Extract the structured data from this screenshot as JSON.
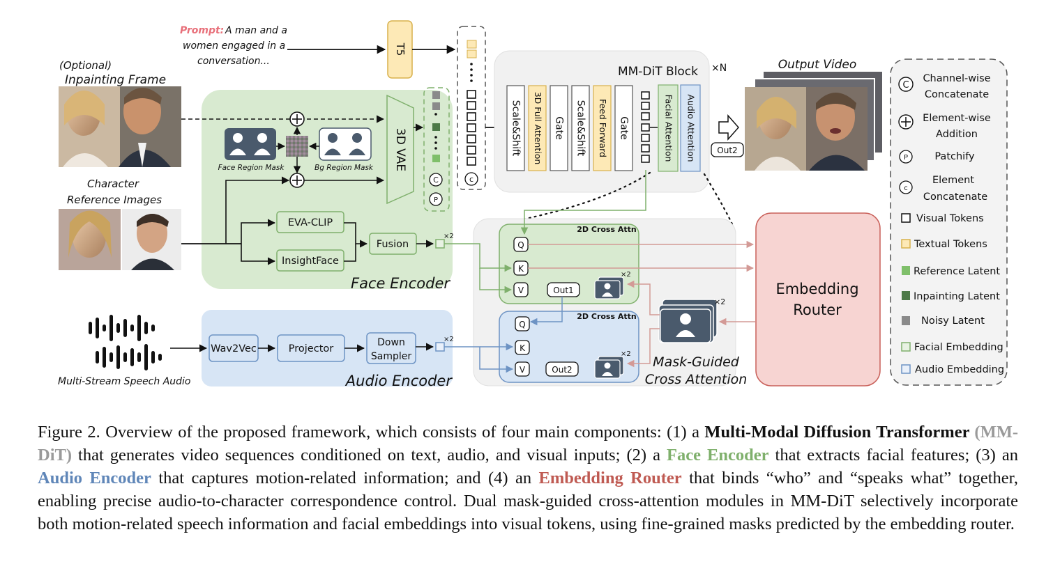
{
  "diagram": {
    "prompt_label": "Prompt:",
    "prompt_lines": [
      "A man and a",
      "women engaged in a",
      "conversation..."
    ],
    "t5": "T5",
    "optional": "(Optional)",
    "inpainting_frame": "Inpainting Frame",
    "character_ref_line1": "Character",
    "character_ref_line2": "Reference Images",
    "face_region_mask": "Face Region Mask",
    "bg_region_mask": "Bg Region Mask",
    "vae": "3D VAE",
    "eva_clip": "EVA-CLIP",
    "insightface": "InsightFace",
    "fusion": "Fusion",
    "x2": "×2",
    "face_encoder": "Face Encoder",
    "audio_label": "Multi-Stream Speech Audio",
    "wav2vec": "Wav2Vec",
    "projector": "Projector",
    "down_sampler_1": "Down",
    "down_sampler_2": "Sampler",
    "audio_encoder": "Audio Encoder",
    "mmdit_block": "MM-DiT Block",
    "xn": "×N",
    "block_cols": [
      "Scale&Shift",
      "3D Full Attention",
      "Gate",
      "Scale&Shift",
      "Feed Forward",
      "Gate"
    ],
    "facial_attention": "Facial Attention",
    "audio_attention": "Audio Attention",
    "out2": "Out2",
    "out1": "Out1",
    "output_video": "Output Video",
    "cross_attn": "2D Cross Attn",
    "q": "Q",
    "k": "K",
    "v": "V",
    "mask_guided_1": "Mask-Guided",
    "mask_guided_2": "Cross Attention",
    "router_1": "Embedding",
    "router_2": "Router",
    "colors": {
      "green_fill": "#d8ead0",
      "green_stroke": "#7fb06c",
      "blue_fill": "#d7e5f5",
      "blue_stroke": "#6d93c4",
      "red_fill": "#f7d4d2",
      "red_stroke": "#c9605a",
      "yellow_fill": "#fde9b6",
      "yellow_stroke": "#d8b14c",
      "gray_fill": "#f1f1f1"
    }
  },
  "legend": [
    {
      "icon": "channel-concat-icon",
      "label1": "Channel-wise",
      "label2": "Concatenate"
    },
    {
      "icon": "element-add-icon",
      "label1": "Element-wise",
      "label2": "Addition"
    },
    {
      "icon": "patchify-icon",
      "label1": "Patchify",
      "label2": ""
    },
    {
      "icon": "element-concat-icon",
      "label1": "Element",
      "label2": "Concatenate"
    },
    {
      "icon": "visual-token-icon",
      "label1": "Visual Tokens",
      "label2": ""
    },
    {
      "icon": "textual-token-icon",
      "label1": "Textual Tokens",
      "label2": ""
    },
    {
      "icon": "reference-latent-icon",
      "label1": "Reference Latent",
      "label2": ""
    },
    {
      "icon": "inpainting-latent-icon",
      "label1": "Inpainting Latent",
      "label2": ""
    },
    {
      "icon": "noisy-latent-icon",
      "label1": "Noisy Latent",
      "label2": ""
    },
    {
      "icon": "facial-embedding-icon",
      "label1": "Facial Embedding",
      "label2": ""
    },
    {
      "icon": "audio-embedding-icon",
      "label1": "Audio Embedding",
      "label2": ""
    }
  ],
  "caption": {
    "p1": "Figure 2. Overview of the proposed framework, which consists of four main components: (1) a ",
    "b1": "Multi-Modal Diffusion Transformer",
    "mmdit": " (MM-DiT)",
    "p2": " that generates video sequences conditioned on text, audio, and visual inputs; (2) a ",
    "face": "Face Encoder",
    "p3": " that extracts facial features; (3) an ",
    "audio": "Audio Encoder",
    "p4": " that captures motion-related information; and (4) an ",
    "router": "Embedding Router",
    "p5": " that binds “who” and “speaks what” together, enabling precise audio-to-character correspondence control. Dual mask-guided cross-attention modules in MM-DiT selectively incorporate both motion-related speech information and facial embeddings into visual tokens, using fine-grained masks predicted by the embedding router."
  }
}
